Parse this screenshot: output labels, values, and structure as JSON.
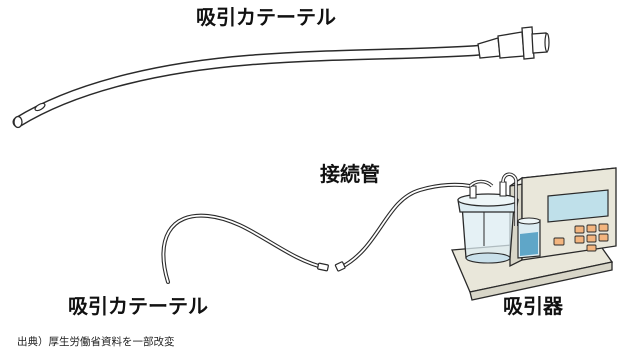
{
  "labels": {
    "top_catheter": "吸引カテーテル",
    "connecting_tube": "接続管",
    "bottom_catheter": "吸引カテーテル",
    "aspirator": "吸引器"
  },
  "source_note": "出典）厚生労働省資料を一部改変",
  "colors": {
    "outline": "#2a2a2a",
    "catheter_fill": "#ffffff",
    "aspirator_body": "#e9e7da",
    "screen": "#bfe0ea",
    "buttons": "#f3b57f",
    "liquid": "#5fa6c8",
    "glass": "#dcecf2",
    "top_panel": "#f2f2ec"
  }
}
